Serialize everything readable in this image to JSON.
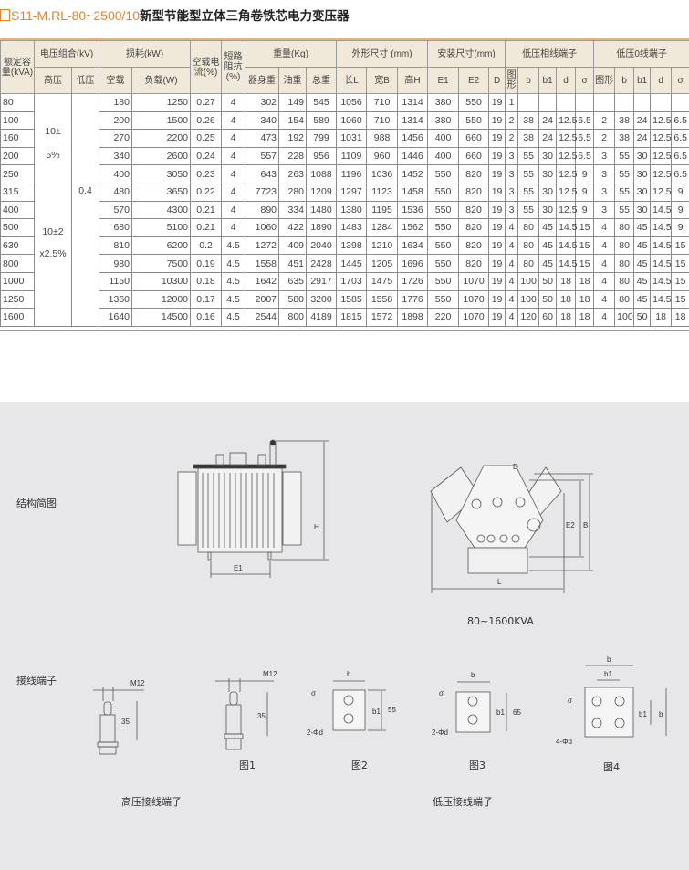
{
  "title": {
    "model": "S11-M.RL-80~2500/10",
    "name": "新型节能型立体三角卷铁芯电力变压器"
  },
  "table": {
    "groups": {
      "capacity": "额定容量(kVA)",
      "voltage": "电压组合(kV)",
      "loss": "损耗(kW)",
      "no_load_current": "空载电流(%)",
      "impedance": "短路阻抗(%)",
      "weight": "重量(Kg)",
      "outline": "外形尺寸 (mm)",
      "install": "安装尺寸(mm)",
      "lv_phase": "低压相线端子",
      "lv_neutral": "低压0线端子"
    },
    "sub": {
      "hv": "高压",
      "lv": "低压",
      "no_load": "空载",
      "load": "负载(W)",
      "body": "器身重",
      "oil": "油重",
      "total": "总重",
      "L": "长L",
      "B": "宽B",
      "H": "高H",
      "E1": "E1",
      "E2": "E2",
      "D": "D",
      "shape": "图形",
      "b": "b",
      "b1": "b1",
      "d": "d",
      "sigma": "σ"
    },
    "hv_values": [
      "10±\n5%",
      "10±2\nx2.5%"
    ],
    "hv_a1": "10±",
    "hv_a2": "5%",
    "hv_b1": "10±2",
    "hv_b2": "x2.5%",
    "lv_value": "0.4",
    "rows": [
      [
        "80",
        "180",
        "1250",
        "0.27",
        "4",
        "302",
        "149",
        "545",
        "1056",
        "710",
        "1314",
        "380",
        "550",
        "19",
        "1",
        "",
        "",
        "",
        "",
        "",
        "",
        "",
        "",
        ""
      ],
      [
        "100",
        "200",
        "1500",
        "0.26",
        "4",
        "340",
        "154",
        "589",
        "1060",
        "710",
        "1314",
        "380",
        "550",
        "19",
        "2",
        "38",
        "24",
        "12.5",
        "6.5",
        "2",
        "38",
        "24",
        "12.5",
        "6.5"
      ],
      [
        "160",
        "270",
        "2200",
        "0.25",
        "4",
        "473",
        "192",
        "799",
        "1031",
        "988",
        "1456",
        "400",
        "660",
        "19",
        "2",
        "38",
        "24",
        "12.5",
        "6.5",
        "2",
        "38",
        "24",
        "12.5",
        "6.5"
      ],
      [
        "200",
        "340",
        "2600",
        "0.24",
        "4",
        "557",
        "228",
        "956",
        "1109",
        "960",
        "1446",
        "400",
        "660",
        "19",
        "3",
        "55",
        "30",
        "12.5",
        "6.5",
        "3",
        "55",
        "30",
        "12.5",
        "6.5"
      ],
      [
        "250",
        "400",
        "3050",
        "0.23",
        "4",
        "643",
        "263",
        "1088",
        "1196",
        "1036",
        "1452",
        "550",
        "820",
        "19",
        "3",
        "55",
        "30",
        "12.5",
        "9",
        "3",
        "55",
        "30",
        "12.5",
        "6.5"
      ],
      [
        "315",
        "480",
        "3650",
        "0.22",
        "4",
        "7723",
        "280",
        "1209",
        "1297",
        "1123",
        "1458",
        "550",
        "820",
        "19",
        "3",
        "55",
        "30",
        "12.5",
        "9",
        "3",
        "55",
        "30",
        "12.5",
        "9"
      ],
      [
        "400",
        "570",
        "4300",
        "0.21",
        "4",
        "890",
        "334",
        "1480",
        "1380",
        "1195",
        "1536",
        "550",
        "820",
        "19",
        "3",
        "55",
        "30",
        "12.5",
        "9",
        "3",
        "55",
        "30",
        "14.5",
        "9"
      ],
      [
        "500",
        "680",
        "5100",
        "0.21",
        "4",
        "1060",
        "422",
        "1890",
        "1483",
        "1284",
        "1562",
        "550",
        "820",
        "19",
        "4",
        "80",
        "45",
        "14.5",
        "15",
        "4",
        "80",
        "45",
        "14.5",
        "9"
      ],
      [
        "630",
        "810",
        "6200",
        "0.2",
        "4.5",
        "1272",
        "409",
        "2040",
        "1398",
        "1210",
        "1634",
        "550",
        "820",
        "19",
        "4",
        "80",
        "45",
        "14.5",
        "15",
        "4",
        "80",
        "45",
        "14.5",
        "15"
      ],
      [
        "800",
        "980",
        "7500",
        "0.19",
        "4.5",
        "1558",
        "451",
        "2428",
        "1445",
        "1205",
        "1696",
        "550",
        "820",
        "19",
        "4",
        "80",
        "45",
        "14.5",
        "15",
        "4",
        "80",
        "45",
        "14.5",
        "15"
      ],
      [
        "1000",
        "1150",
        "10300",
        "0.18",
        "4.5",
        "1642",
        "635",
        "2917",
        "1703",
        "1475",
        "1726",
        "550",
        "1070",
        "19",
        "4",
        "100",
        "50",
        "18",
        "18",
        "4",
        "80",
        "45",
        "14.5",
        "15"
      ],
      [
        "1250",
        "1360",
        "12000",
        "0.17",
        "4.5",
        "2007",
        "580",
        "3200",
        "1585",
        "1558",
        "1776",
        "550",
        "1070",
        "19",
        "4",
        "100",
        "50",
        "18",
        "18",
        "4",
        "80",
        "45",
        "14.5",
        "15"
      ],
      [
        "1600",
        "1640",
        "14500",
        "0.16",
        "4.5",
        "2544",
        "800",
        "4189",
        "1815",
        "1572",
        "1898",
        "220",
        "1070",
        "19",
        "4",
        "120",
        "60",
        "18",
        "18",
        "4",
        "100",
        "50",
        "18",
        "18"
      ]
    ]
  },
  "diagrams": {
    "structure_label": "结构简图",
    "range_label": "80~1600KVA",
    "terminal_label": "接线端子",
    "hv_terminal_label": "高压接线端子",
    "lv_terminal_label": "低压接线端子",
    "fig1": "图1",
    "fig2": "图2",
    "fig3": "图3",
    "fig4": "图4",
    "dims": {
      "H": "H",
      "E1": "E1",
      "D": "D",
      "E2": "E2",
      "B": "B",
      "L": "L",
      "M12": "M12",
      "d35": "35",
      "b": "b",
      "b1": "b1",
      "d55": "55",
      "d65": "65",
      "sigma": "σ",
      "two_holes": "2-Φd",
      "four_holes": "4-Φd"
    }
  },
  "colors": {
    "accent": "#e8832a",
    "header_bg": "#f0e8d8",
    "panel_bg": "#e7e7e9"
  }
}
